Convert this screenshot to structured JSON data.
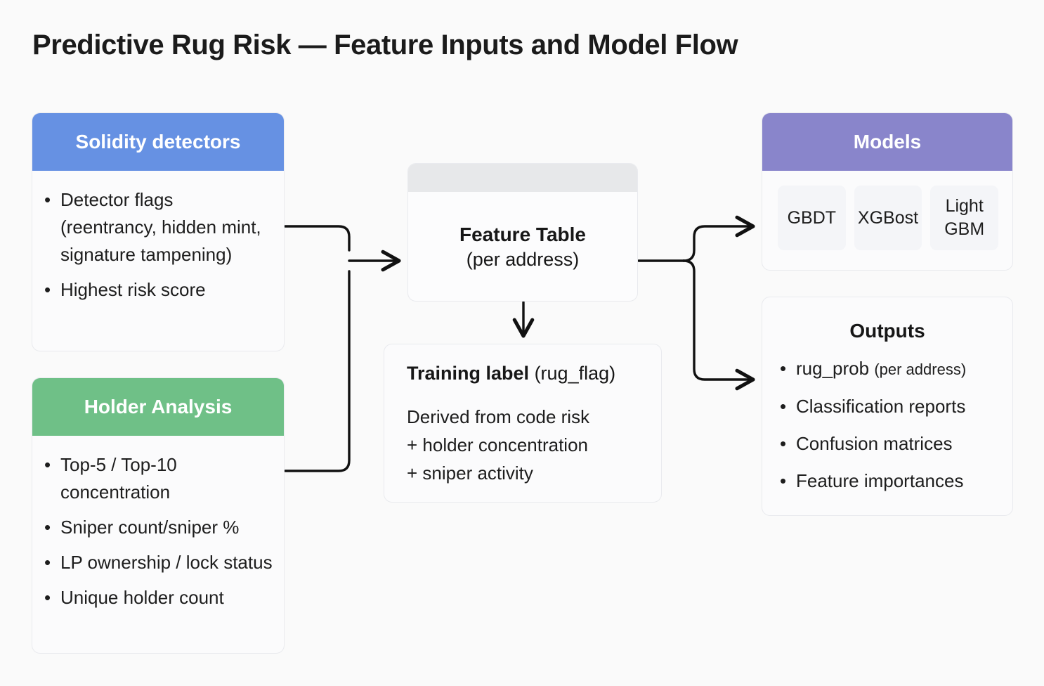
{
  "title": "Predictive Rug Risk — Feature Inputs and Model Flow",
  "colors": {
    "background": "#fafafa",
    "card_background": "#fbfbfc",
    "card_border": "#e9eaee",
    "header_blue": "#6691e3",
    "header_green": "#6fc087",
    "header_purple": "#8985cb",
    "strip_gray": "#e7e8ea",
    "chip_gray": "#f4f5f8",
    "text": "#1d1d1d",
    "connector": "#111111"
  },
  "solidity": {
    "header": "Solidity detectors",
    "bullets": [
      "Detector flags (reentrancy, hidden mint, signature tampening)",
      "Highest risk score"
    ]
  },
  "holder": {
    "header": "Holder Analysis",
    "bullets": [
      "Top-5 / Top-10 concentration",
      "Sniper count/sniper %",
      "LP ownership / lock status",
      "Unique holder count"
    ]
  },
  "feature_table": {
    "title": "Feature Table",
    "subtitle": "(per address)"
  },
  "training_label": {
    "head_bold": "Training label",
    "head_rest": "(rug_flag)",
    "lines": [
      "Derived from code risk",
      "+ holder concentration",
      "+ sniper activity"
    ]
  },
  "models": {
    "header": "Models",
    "chips": [
      "GBDT",
      "XGBost",
      "Light GBM"
    ]
  },
  "outputs": {
    "title": "Outputs",
    "bullets": [
      {
        "text": "rug_prob",
        "note": "(per address)"
      },
      {
        "text": "Classification reports",
        "note": ""
      },
      {
        "text": "Confusion matrices",
        "note": ""
      },
      {
        "text": "Feature importances",
        "note": ""
      }
    ]
  }
}
